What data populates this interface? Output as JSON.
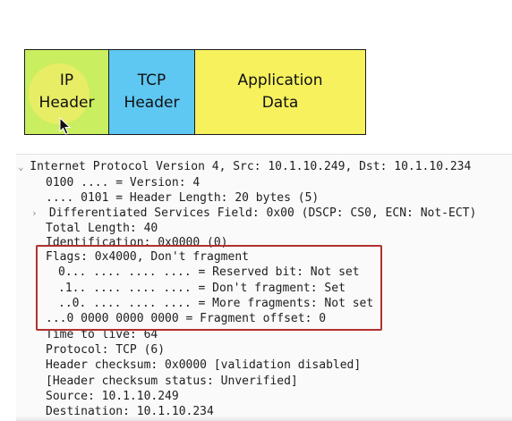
{
  "diagram": {
    "ip_label": "IP\nHeader",
    "tcp_label": "TCP\nHeader",
    "app_label": "Application\nData",
    "colors": {
      "ip": "#c9ee5f",
      "tcp": "#5ec7f2",
      "app": "#f6f15d"
    }
  },
  "panel": {
    "root_line": "Internet Protocol Version 4, Src: 10.1.10.249, Dst: 10.1.10.234",
    "version": "0100 .... = Version: 4",
    "header_length": ".... 0101 = Header Length: 20 bytes (5)",
    "dsf": "Differentiated Services Field: 0x00 (DSCP: CS0, ECN: Not-ECT)",
    "total_length": "Total Length: 40",
    "identification": "Identification: 0x0000 (0)",
    "flags": "Flags: 0x4000, Don't fragment",
    "reserved_bit": "0... .... .... .... = Reserved bit: Not set",
    "dont_fragment": ".1.. .... .... .... = Don't fragment: Set",
    "more_fragments": "..0. .... .... .... = More fragments: Not set",
    "fragment_offset": "...0 0000 0000 0000 = Fragment offset: 0",
    "ttl": "Time to live: 64",
    "protocol": "Protocol: TCP (6)",
    "checksum": "Header checksum: 0x0000 [validation disabled]",
    "checksum_status": "[Header checksum status: Unverified]",
    "source": "Source: 10.1.10.249",
    "destination": "Destination: 10.1.10.234"
  },
  "icons": {
    "expanded": "chevron-down-icon",
    "collapsed": "chevron-right-icon",
    "cursor": "mouse-pointer-icon"
  },
  "highlight_color": "#b23030"
}
